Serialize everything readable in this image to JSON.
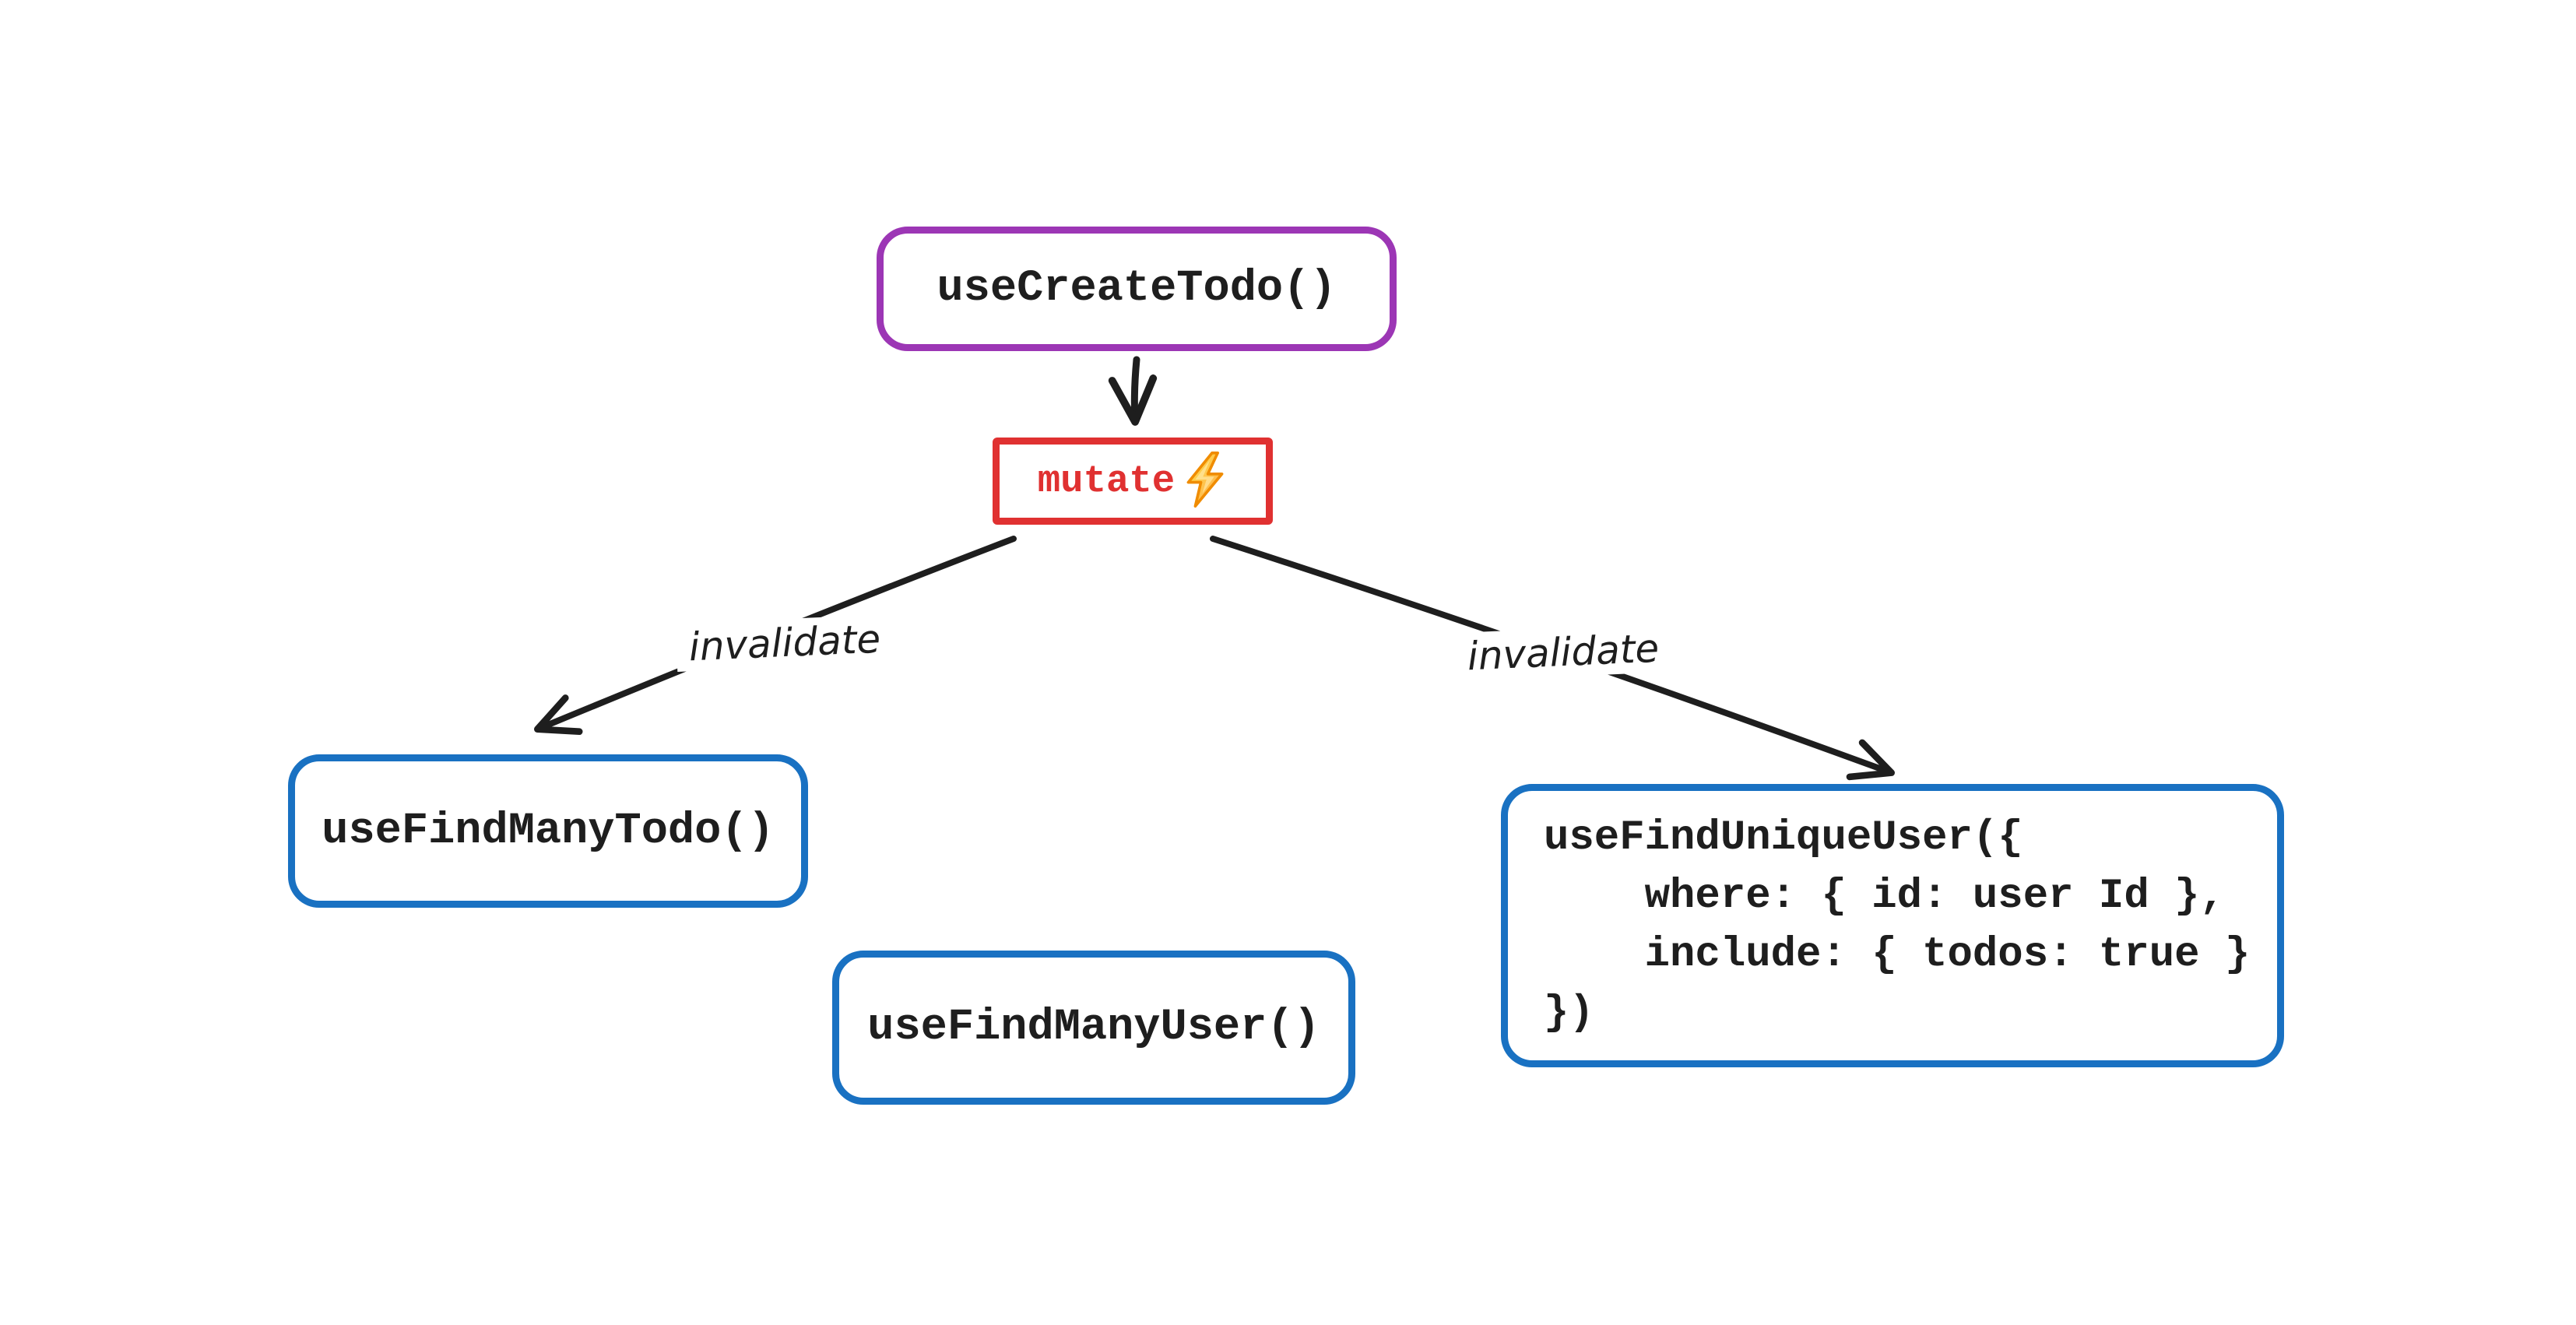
{
  "diagram": {
    "background_color": "#ffffff",
    "ink_color": "#1e1e1e",
    "nodes": {
      "create_todo": {
        "label": "useCreateTodo()",
        "border_color": "#9c36b5"
      },
      "mutate": {
        "label": "mutate",
        "text_color": "#e03131",
        "border_color": "#e03131",
        "icon": "lightning-bolt-icon",
        "icon_fill": "#ffd43b",
        "icon_stroke": "#f08c00"
      },
      "find_many_todo": {
        "label": "useFindManyTodo()",
        "border_color": "#1971c2"
      },
      "find_many_user": {
        "label": "useFindManyUser()",
        "border_color": "#1971c2"
      },
      "find_unique_user": {
        "border_color": "#1971c2",
        "lines": [
          "useFindUniqueUser({",
          "    where: { id: user Id },",
          "    include: { todos: true }",
          "})"
        ]
      }
    },
    "edges": {
      "invalidate_left": {
        "label": "invalidate"
      },
      "invalidate_right": {
        "label": "invalidate"
      }
    }
  }
}
